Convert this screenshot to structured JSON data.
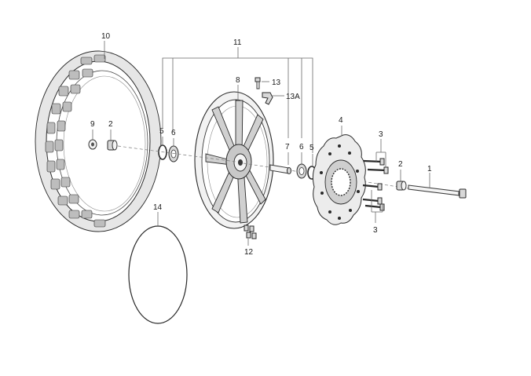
{
  "callouts": {
    "tyre": "10",
    "wheel_assembly": "11",
    "rim": "8",
    "valve_straight": "13",
    "valve_angled": "13A",
    "spacer_left": "9",
    "bush_left": "2",
    "seal_left": "5",
    "bearing_left": "6",
    "spacer_right": "7",
    "bearing_right": "6",
    "seal_right": "5",
    "brake_disc": "4",
    "disc_bolts_top": "3",
    "disc_bolts_bottom": "3",
    "bush_right": "2",
    "axle": "1",
    "balance_weights": "12",
    "o_ring": "14"
  }
}
